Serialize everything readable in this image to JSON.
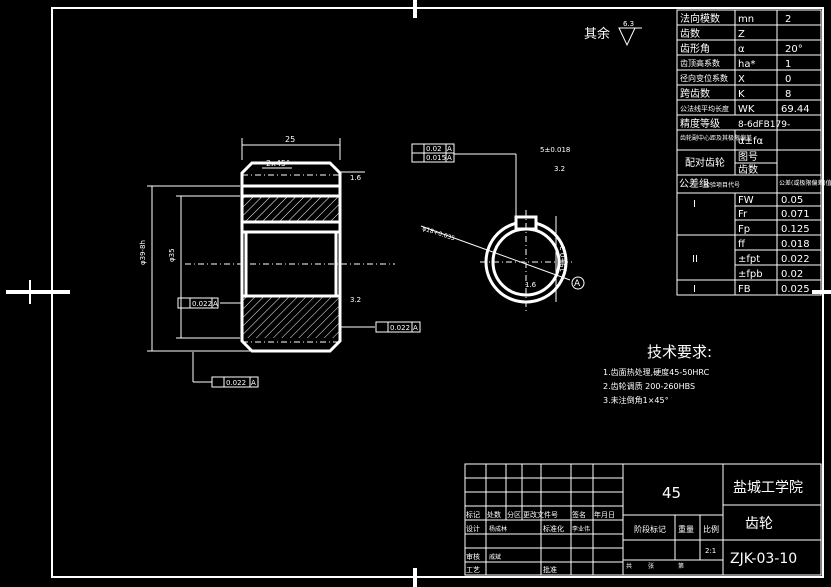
{
  "roughness_note": {
    "label": "其余",
    "value": "6.3"
  },
  "params": [
    {
      "name": "法向模数",
      "sym": "mn",
      "val": "2"
    },
    {
      "name": "齿数",
      "sym": "Z",
      "val": ""
    },
    {
      "name": "齿形角",
      "sym": "α",
      "val": "20°"
    },
    {
      "name": "齿顶高系数",
      "sym": "ha*",
      "val": "1"
    },
    {
      "name": "径向变位系数",
      "sym": "X",
      "val": "0"
    },
    {
      "name": "跨齿数",
      "sym": "K",
      "val": "8"
    },
    {
      "name": "公法线平均长度",
      "sym": "WK",
      "val": "69.44"
    }
  ],
  "precision": {
    "name": "精度等级",
    "val": "8-6dFB179-"
  },
  "center": {
    "name": "齿轮副中心距及其极限偏差",
    "sym": "α±fα"
  },
  "mating": {
    "name": "配对齿轮",
    "row1": "图号",
    "row2": "齿数"
  },
  "tol_header": {
    "group": "公差组",
    "item": "检验项目代号",
    "val": "公差(或极限偏差)值"
  },
  "tol_groups": [
    {
      "group": "I",
      "rows": [
        {
          "sym": "FW",
          "val": "0.05"
        },
        {
          "sym": "Fr",
          "val": "0.071"
        },
        {
          "sym": "Fp",
          "val": "0.125"
        }
      ]
    },
    {
      "group": "II",
      "rows": [
        {
          "sym": "ff",
          "val": "0.018"
        },
        {
          "sym": "±fpt",
          "val": "0.022"
        },
        {
          "sym": "±fpb",
          "val": "0.02"
        }
      ]
    },
    {
      "group": "I",
      "rows": [
        {
          "sym": "FB",
          "val": "0.025"
        }
      ]
    }
  ],
  "tech": {
    "title": "技术要求:",
    "items": [
      "1.齿面热处理,硬度45-50HRC",
      "2.齿轮调质 200-260HBS",
      "3.未注倒角1×45°"
    ]
  },
  "title_block": {
    "material": "45",
    "school": "盐城工学院",
    "part": "齿轮",
    "drawing_no": "ZJK-03-10",
    "header_labels": [
      "标记",
      "处数",
      "分区",
      "更改文件号",
      "签名",
      "年月日"
    ],
    "design": "设计",
    "designer": "杨成林",
    "standard": "标准化",
    "standard_name": "李业伟",
    "stage": "阶段标记",
    "weight": "重量",
    "scale": "比例",
    "review": "审核",
    "reviewer": "戚斌",
    "craft": "工艺",
    "approve": "批准",
    "total": "共",
    "sheet": "张",
    "page": "第",
    "scale_val": "2:1"
  },
  "dims": {
    "width": "25",
    "chamfer": "2x45°",
    "outer_dia": "φ39-8h",
    "inner_dia": "φ35",
    "rough16": "1.6",
    "rough32": "3.2",
    "runout1": "0.022",
    "runout_ref": "A",
    "bore": "φ18+0.035",
    "key_width": "5±0.018",
    "key_depth": "19+0.2",
    "sym1": "0.02",
    "sym2": "0.015"
  }
}
